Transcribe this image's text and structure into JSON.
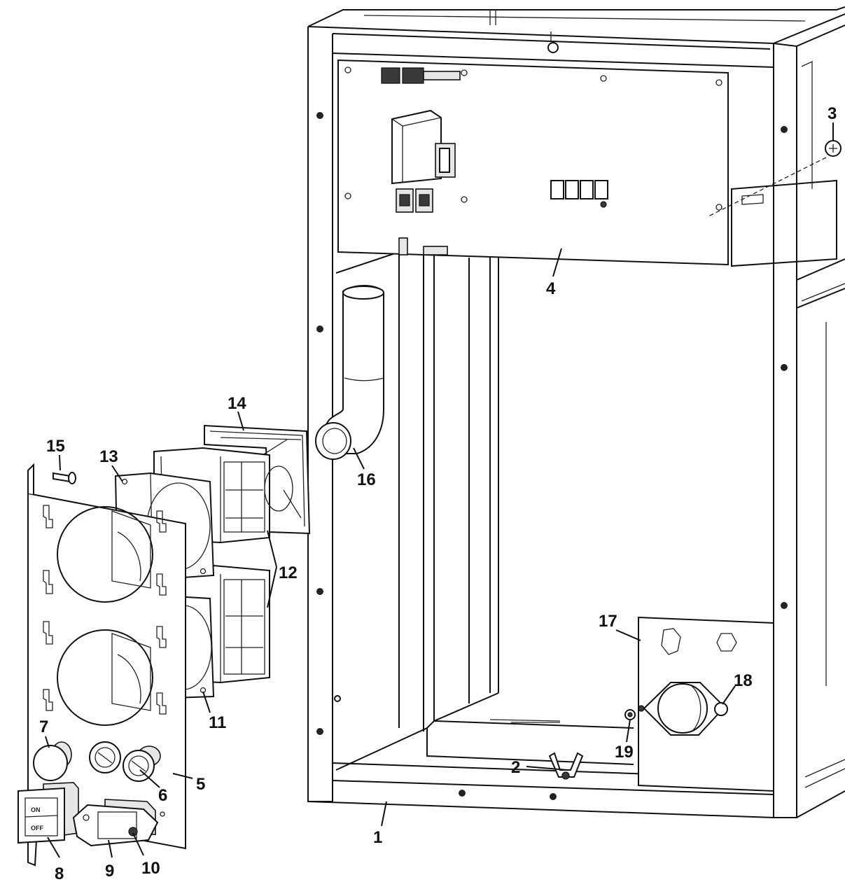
{
  "callouts": [
    {
      "id": "1",
      "label": "1"
    },
    {
      "id": "2",
      "label": "2"
    },
    {
      "id": "3",
      "label": "3"
    },
    {
      "id": "4",
      "label": "4"
    },
    {
      "id": "5",
      "label": "5"
    },
    {
      "id": "6",
      "label": "6"
    },
    {
      "id": "7",
      "label": "7"
    },
    {
      "id": "8",
      "label": "8"
    },
    {
      "id": "9",
      "label": "9"
    },
    {
      "id": "10",
      "label": "10"
    },
    {
      "id": "11",
      "label": "11"
    },
    {
      "id": "12",
      "label": "12"
    },
    {
      "id": "13",
      "label": "13"
    },
    {
      "id": "14",
      "label": "14"
    },
    {
      "id": "15",
      "label": "15"
    },
    {
      "id": "16",
      "label": "16"
    },
    {
      "id": "17",
      "label": "17"
    },
    {
      "id": "18",
      "label": "18"
    },
    {
      "id": "19",
      "label": "19"
    }
  ],
  "switch": {
    "on_label": "ON",
    "off_label": "OFF"
  },
  "colors": {
    "line": "#111111",
    "background": "#ffffff"
  }
}
